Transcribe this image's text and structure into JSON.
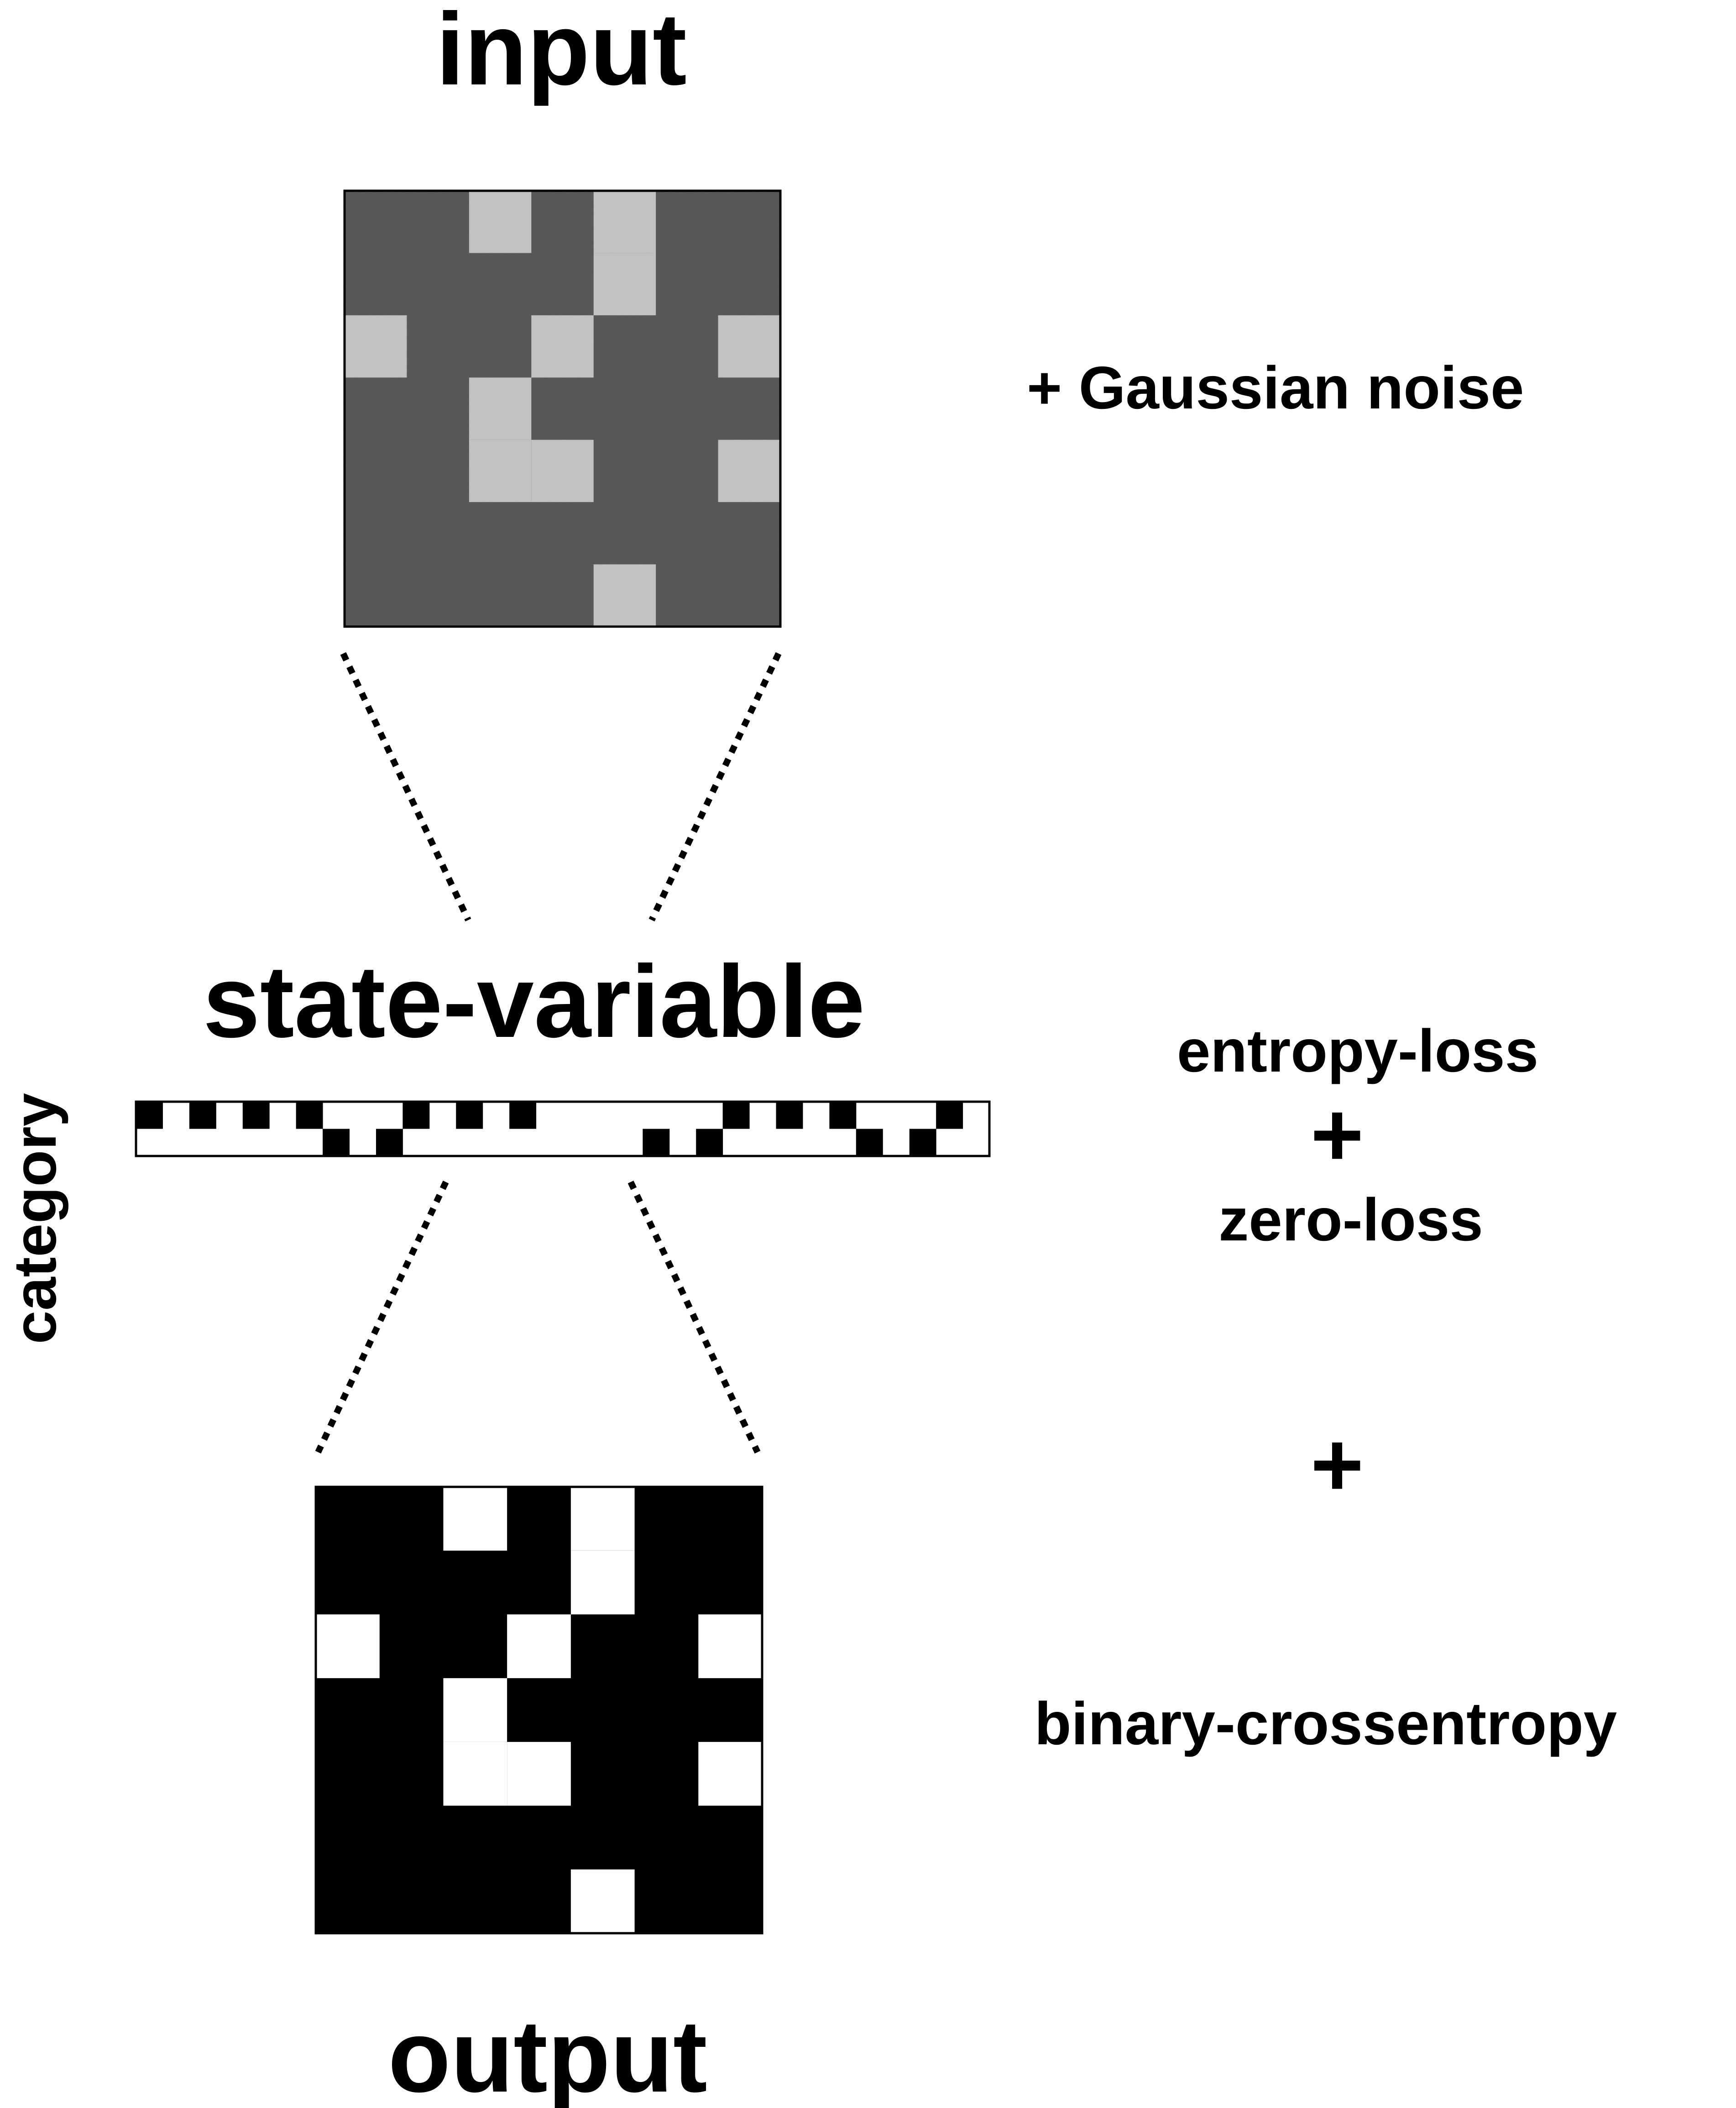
{
  "labels": {
    "input": "input",
    "gaussian": "+ Gaussian noise",
    "state_variable": "state-variable",
    "category": "category",
    "entropy_loss": "entropy-loss",
    "plus_symbol": "+",
    "zero_loss": "zero-loss",
    "binary_crossentropy": "binary-crossentropy",
    "output": "output"
  },
  "colors": {
    "input_background": "#4d4d4d",
    "input_cell": "#c2c2c2",
    "output_background": "#000000",
    "output_cell": "#ffffff"
  },
  "grid": {
    "rows": 7,
    "cols": 7,
    "on_cells": [
      [
        0,
        2
      ],
      [
        0,
        4
      ],
      [
        1,
        4
      ],
      [
        2,
        0
      ],
      [
        2,
        3
      ],
      [
        2,
        6
      ],
      [
        3,
        2
      ],
      [
        4,
        2
      ],
      [
        4,
        3
      ],
      [
        4,
        6
      ],
      [
        6,
        4
      ]
    ]
  },
  "state_vector": [
    1,
    0,
    1,
    0,
    1,
    0,
    1,
    1,
    0,
    1,
    1,
    0,
    1,
    0,
    1,
    0,
    0,
    0,
    0,
    1,
    0,
    1,
    1,
    0,
    1,
    0,
    1,
    1,
    0,
    1,
    1,
    0
  ]
}
